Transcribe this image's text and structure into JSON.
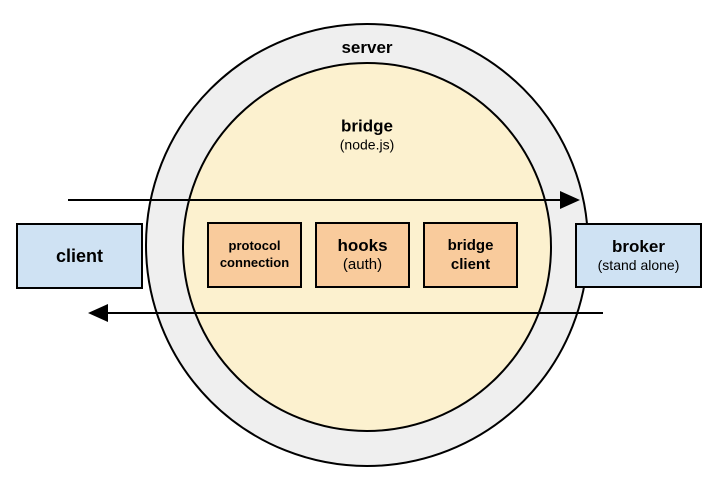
{
  "diagram": {
    "type": "architecture-diagram",
    "server_ring": {
      "label": "server"
    },
    "bridge_circle": {
      "label": "bridge",
      "sublabel": "(node.js)"
    },
    "client_box": {
      "label": "client"
    },
    "broker_box": {
      "label": "broker",
      "sublabel": "(stand alone)"
    },
    "modules": {
      "protocol": {
        "line1": "protocol",
        "line2": "connection"
      },
      "hooks": {
        "label": "hooks",
        "sublabel": "(auth)"
      },
      "bridge_client": {
        "line1": "bridge",
        "line2": "client"
      }
    },
    "arrows": {
      "top": {
        "name": "client-to-broker",
        "direction": "right"
      },
      "bottom": {
        "name": "broker-to-client",
        "direction": "left"
      }
    },
    "colors": {
      "ring_fill": "#efefef",
      "circle_fill": "#fcf1cf",
      "module_fill": "#f9cb9c",
      "endpoint_fill": "#cfe2f3",
      "stroke": "#000000",
      "background": "#ffffff"
    }
  }
}
